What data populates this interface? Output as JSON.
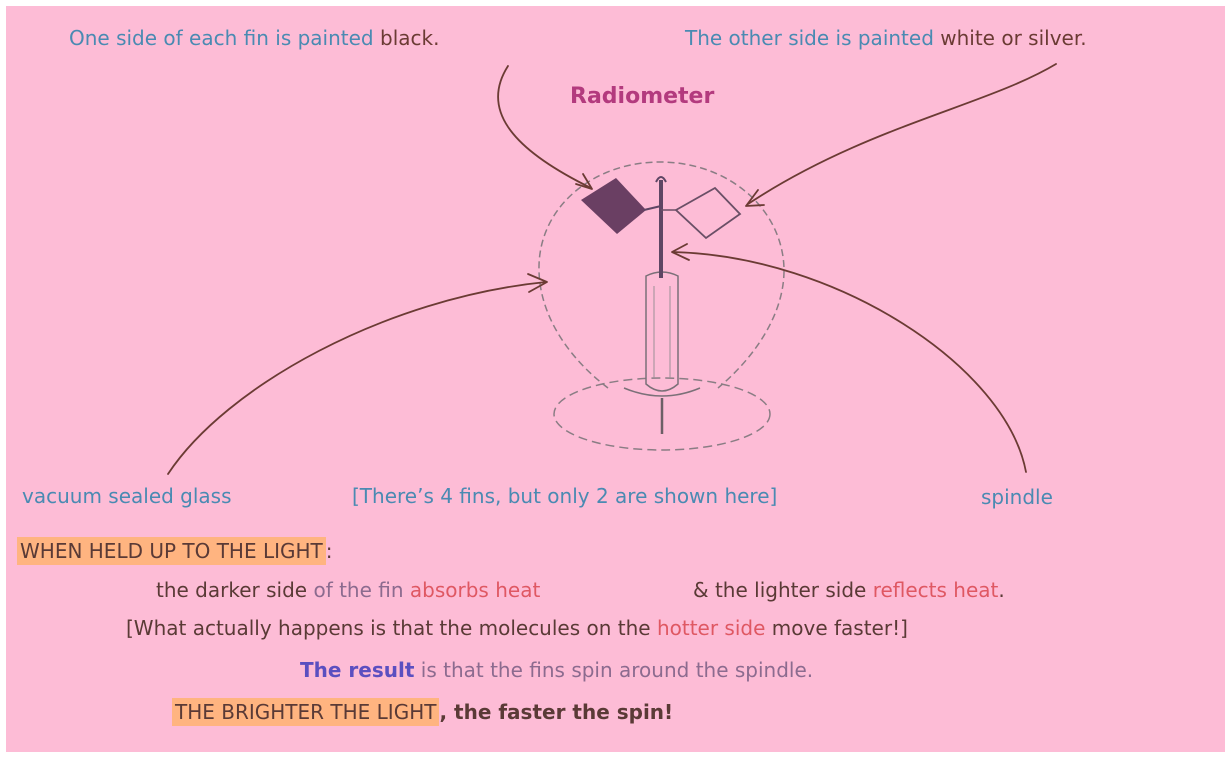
{
  "title": "Radiometer",
  "labels": {
    "fin_black": {
      "pre": "One side of each fin is painted ",
      "post": "black."
    },
    "fin_white": {
      "pre": "The other side is painted ",
      "post": "white or silver."
    },
    "glass": "vacuum sealed glass",
    "fins_note": "[There’s 4 fins, but only 2 are shown here]",
    "spindle": "spindle"
  },
  "explanation": {
    "heading": "WHEN HELD UP TO THE LIGHT",
    "heading_colon": ":",
    "line1": {
      "a": "the darker side",
      "b": " of the fin ",
      "c": "absorbs heat",
      "d": "& the lighter side ",
      "e": "reflects heat",
      "f": "."
    },
    "line2": {
      "a": "[What actually happens is that the molecules on the ",
      "b": "hotter side",
      "c": " move faster!]"
    },
    "line3": {
      "a": "The result",
      "b": " is that the fins ",
      "c": "spin around the spindle."
    },
    "line4": {
      "a": "THE BRIGHTER THE LIGHT",
      "b": ", the faster the spin!"
    }
  },
  "colors": {
    "background": "#fdbcd6",
    "label_blue": "#4a8ab2",
    "title": "#b33a7e",
    "highlight": "#ffb480",
    "arrow": "#6b3b34"
  },
  "icons": [
    "radiometer-bulb-illustration"
  ]
}
